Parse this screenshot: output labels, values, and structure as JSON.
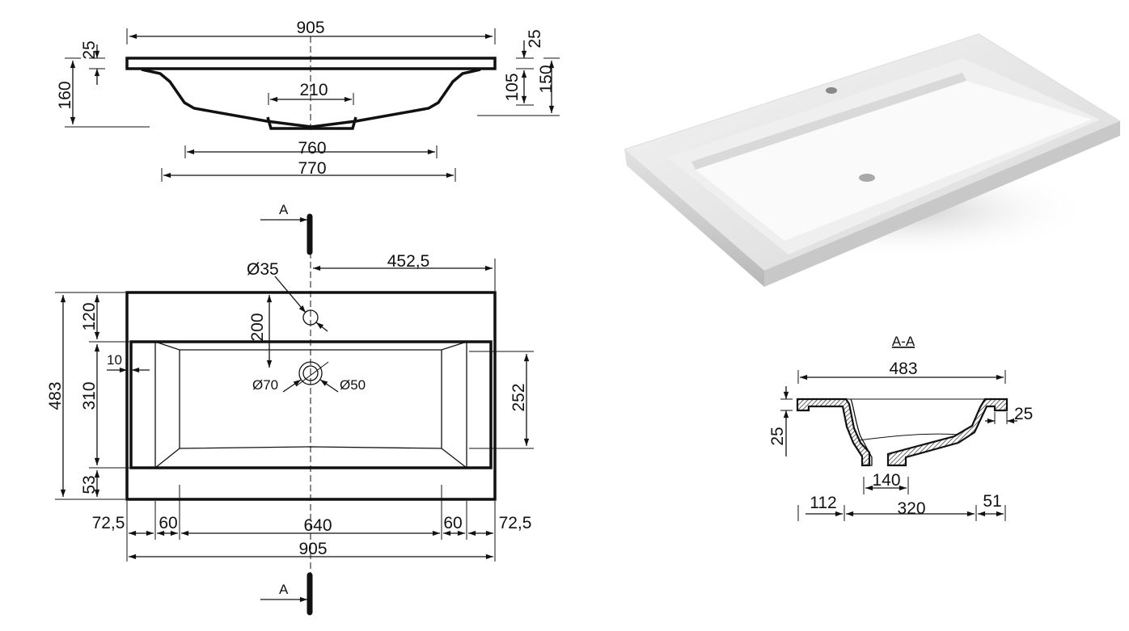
{
  "side_view": {
    "width_total": "905",
    "rim_left": "25",
    "height_left": "160",
    "drain_width": "210",
    "width_760": "760",
    "width_770": "770",
    "rim_right": "25",
    "depth_105": "105",
    "height_right": "150"
  },
  "top_view": {
    "section_mark_top": "A",
    "section_mark_bottom": "A",
    "offset_center": "452,5",
    "hole_dia": "Ø35",
    "hole_dist": "200",
    "drain_outer": "Ø70",
    "drain_inner": "Ø50",
    "height_total": "483",
    "top_margin": "120",
    "basin_height": "310",
    "bottom_margin": "53",
    "wall": "10",
    "inner_depth": "252",
    "left_edge": "72,5",
    "left_slope": "60",
    "bottom_width": "640",
    "right_slope": "60",
    "right_edge": "72,5",
    "width_total": "905"
  },
  "section": {
    "title": "A-A",
    "width": "483",
    "rim": "25",
    "height": "25",
    "right_rim": "25",
    "drain": "140",
    "left_offset": "112",
    "mid": "320",
    "right_offset": "51"
  }
}
